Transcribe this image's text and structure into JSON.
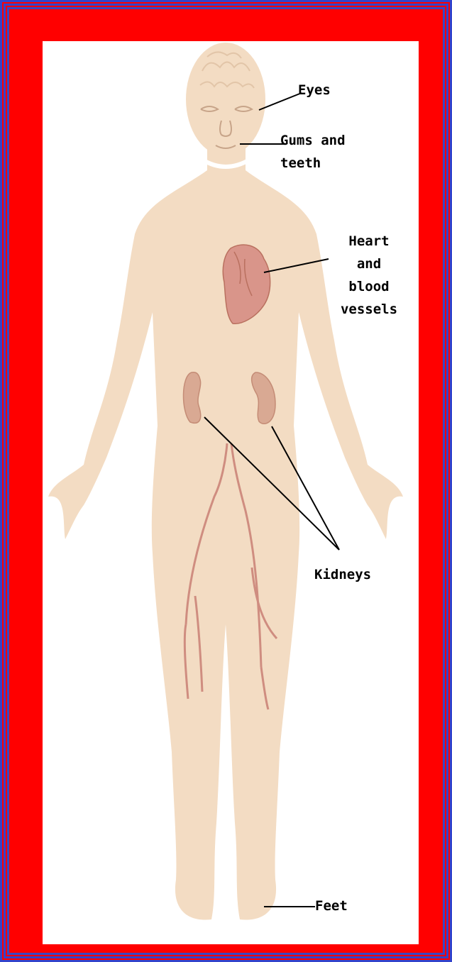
{
  "labels": {
    "eyes": "Eyes",
    "gums_teeth": "Gums and\nteeth",
    "heart": "Heart\nand\nblood\nvessels",
    "kidneys": "Kidneys",
    "feet": "Feet"
  },
  "colors": {
    "frame_red": "#ff0000",
    "frame_blue": "#3344cc",
    "skin": "#f3dcc3",
    "organ": "#d9958a",
    "vessel": "#cf8d80"
  }
}
